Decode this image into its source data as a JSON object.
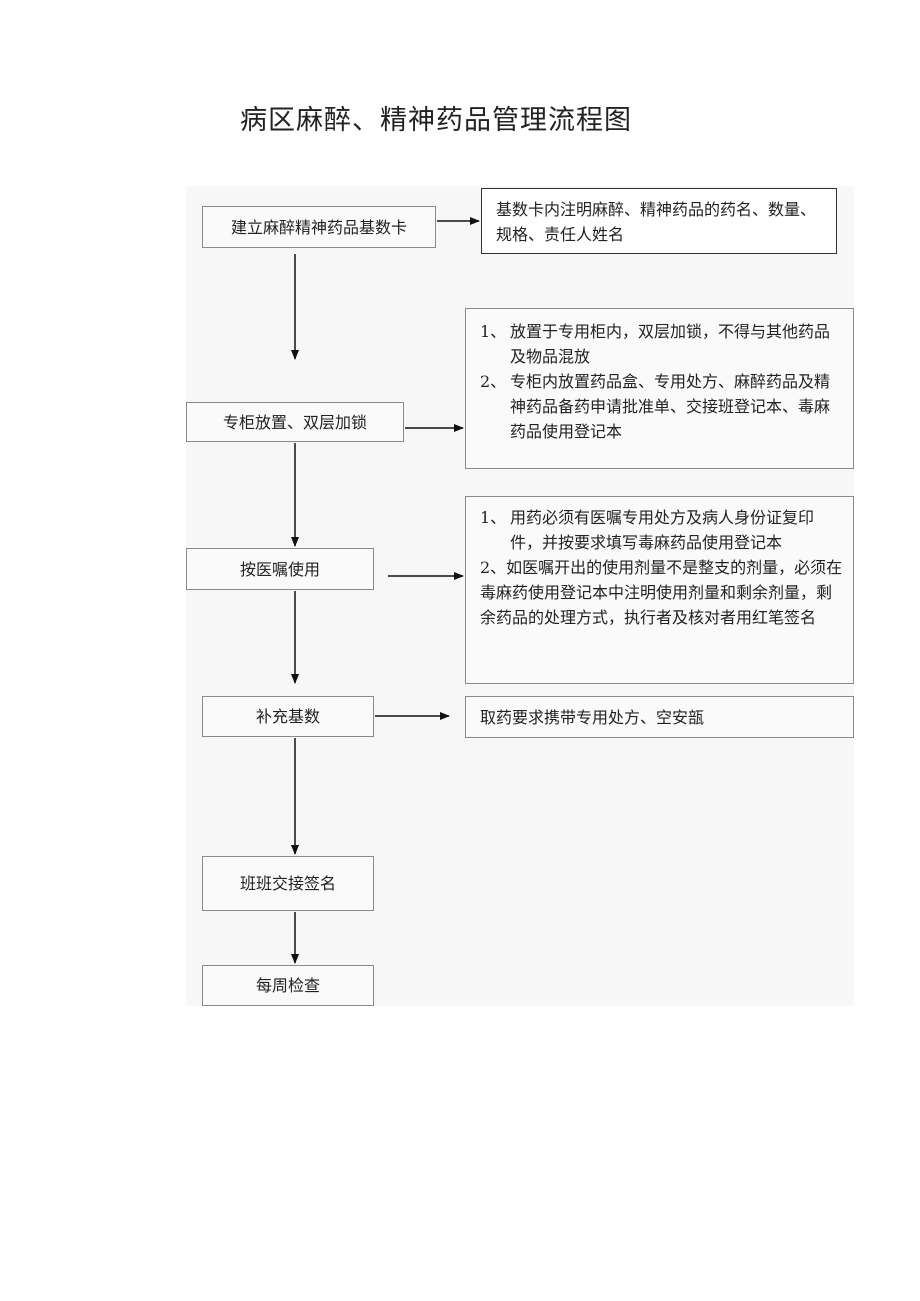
{
  "title": "病区麻醉、精神药品管理流程图",
  "steps": [
    {
      "label": "建立麻醉精神药品基数卡"
    },
    {
      "label": "专柜放置、双层加锁"
    },
    {
      "label": "按医嘱使用"
    },
    {
      "label": "补充基数"
    },
    {
      "label": "班班交接签名"
    },
    {
      "label": "每周检查"
    }
  ],
  "notes": {
    "n1": {
      "text": "基数卡内注明麻醉、精神药品的药名、数量、规格、责任人姓名"
    },
    "n2": {
      "items": [
        {
          "num": "1、",
          "text": "放置于专用柜内，双层加锁，不得与其他药品及物品混放"
        },
        {
          "num": "2、",
          "text": "专柜内放置药品盒、专用处方、麻醉药品及精神药品备药申请批准单、交接班登记本、毒麻药品使用登记本"
        }
      ]
    },
    "n3": {
      "item1": {
        "num": "1、",
        "text": "用药必须有医嘱专用处方及病人身份证复印件，并按要求填写毒麻药品使用登记本"
      },
      "line2": "2、如医嘱开出的使用剂量不是整支的剂量，必须在毒麻药使用登记本中注明使用剂量和剩余剂量，剩余药品的处理方式，执行者及核对者用红笔签名"
    },
    "n4": {
      "text": "取药要求携带专用处方、空安瓿"
    }
  }
}
